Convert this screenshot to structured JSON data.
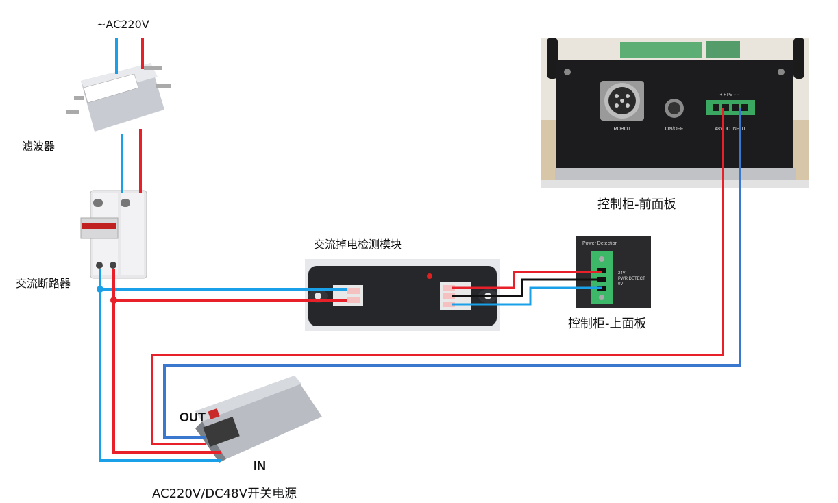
{
  "labels": {
    "ac_input": "~AC220V",
    "filter": "滤波器",
    "breaker": "交流断路器",
    "detect_module": "交流掉电检测模块",
    "front_panel": "控制柜-前面板",
    "top_panel": "控制柜-上面板",
    "psu": "AC220V/DC48V开关电源",
    "psu_out": "OUT",
    "psu_in": "IN"
  },
  "panel_text": {
    "robot": "ROBOT",
    "onoff": "ON/OFF",
    "terminal_top": "+ + PE − −",
    "input_48v": "48VDC INPUT",
    "power_detection": "Power Detection",
    "v24": "24V",
    "pwr_detect": "PWR DETECT",
    "v0": "0V"
  },
  "colors": {
    "live": "#e8202a",
    "neutral": "#1aa0e8",
    "neutral_dc": "#3a78d0",
    "signal": "#111111"
  }
}
